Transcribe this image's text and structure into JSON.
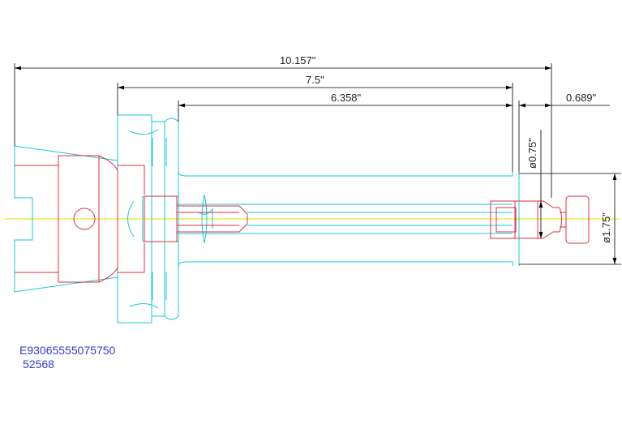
{
  "dimensions": {
    "overall_length": "10.157\"",
    "holder_length": "7.5\"",
    "bore_length": "6.358\"",
    "extension": "0.689\"",
    "bore_diameter": "ø0.75\"",
    "outer_diameter": "ø1.75\""
  },
  "part": {
    "number": "E93065555075750",
    "code": "52568"
  },
  "colors": {
    "holder": "#17c8d8",
    "insert": "#e03040",
    "centerline": "#e8e000",
    "dimension": "#000000",
    "part_text": "#3a3acc"
  }
}
